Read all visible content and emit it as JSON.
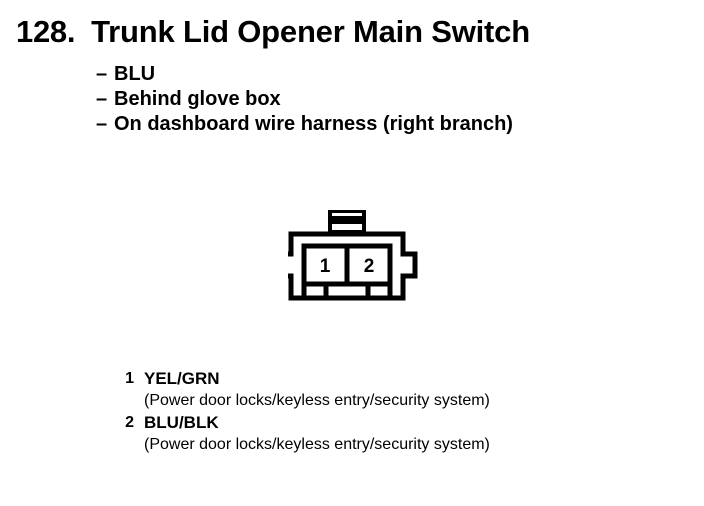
{
  "title": {
    "number": "128.",
    "text": "Trunk Lid Opener Main Switch"
  },
  "bullets": [
    {
      "dash": "–",
      "text": "BLU"
    },
    {
      "dash": "–",
      "text": "Behind glove box"
    },
    {
      "dash": "–",
      "text": "On dashboard wire harness (right branch)"
    }
  ],
  "connector": {
    "name": "2-pin-connector",
    "pins": [
      {
        "label": "1"
      },
      {
        "label": "2"
      }
    ],
    "stroke_color": "#000000",
    "fill_color": "#ffffff"
  },
  "legend": [
    {
      "pin": "1",
      "wire": "YEL/GRN",
      "description": "(Power door locks/keyless entry/security system)"
    },
    {
      "pin": "2",
      "wire": "BLU/BLK",
      "description": "(Power door locks/keyless entry/security system)"
    }
  ]
}
